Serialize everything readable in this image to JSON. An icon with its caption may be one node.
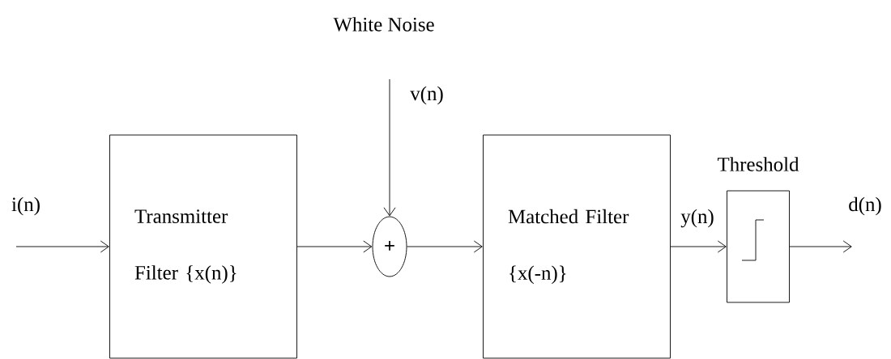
{
  "diagram": {
    "nodes": [
      {
        "text": [
          "Transmitter Filter {x(n)}"
        ]
      },
      {
        "text": [
          "+"
        ]
      },
      {
        "text": [
          "Matched Filter {x(-n)}"
        ]
      },
      {
        "text": [
          "Threshold"
        ]
      }
    ],
    "edges": [
      {
        "from": null,
        "to": 0,
        "arrow": "to",
        "label": "i(n)"
      },
      {
        "from": 0,
        "to": 1,
        "arrow": "to"
      },
      {
        "from": null,
        "to": 1,
        "arrow": "to",
        "label": "v(n)"
      },
      {
        "from": 1,
        "to": 2,
        "arrow": "to"
      },
      {
        "from": 2,
        "to": 3,
        "arrow": "to",
        "label": "y(n)"
      },
      {
        "from": 3,
        "to": null,
        "arrow": "to",
        "label": "d(n)"
      }
    ],
    "labels": [
      "White Noise"
    ]
  }
}
